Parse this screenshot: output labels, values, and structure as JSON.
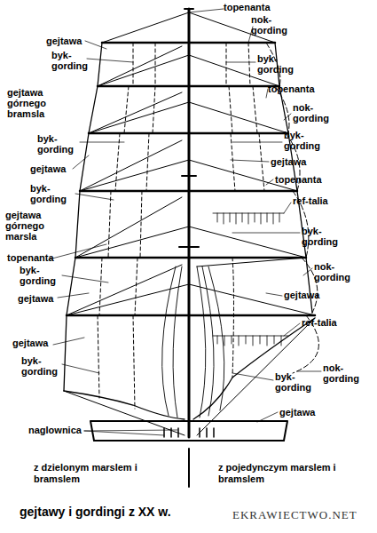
{
  "diagram": {
    "title": "gejtawy i gordingi z XX w.",
    "labels": [
      "topenanta",
      "nok-gording",
      "gejtawa",
      "byk-gording",
      "byk-gording",
      "topenanta",
      "gejtawa górnego bramsla",
      "nok-gording",
      "byk-gording",
      "byk-gording",
      "gejtawa",
      "gejtawa",
      "topenanta",
      "byk-gording",
      "gejtawa górnego marsla",
      "ref-talia",
      "byk-gording",
      "topenanta",
      "byk-gording",
      "nok-gording",
      "gejtawa",
      "gejtawa",
      "ref-talia",
      "gejtawa",
      "byk-gording",
      "nok-gording",
      "byk-gording",
      "gejtawa",
      "naglownica",
      "z dzielonym marslem i bramslem",
      "z pojedynczym marslem i bramslem",
      "EKRAWIECTWO.NET"
    ]
  }
}
